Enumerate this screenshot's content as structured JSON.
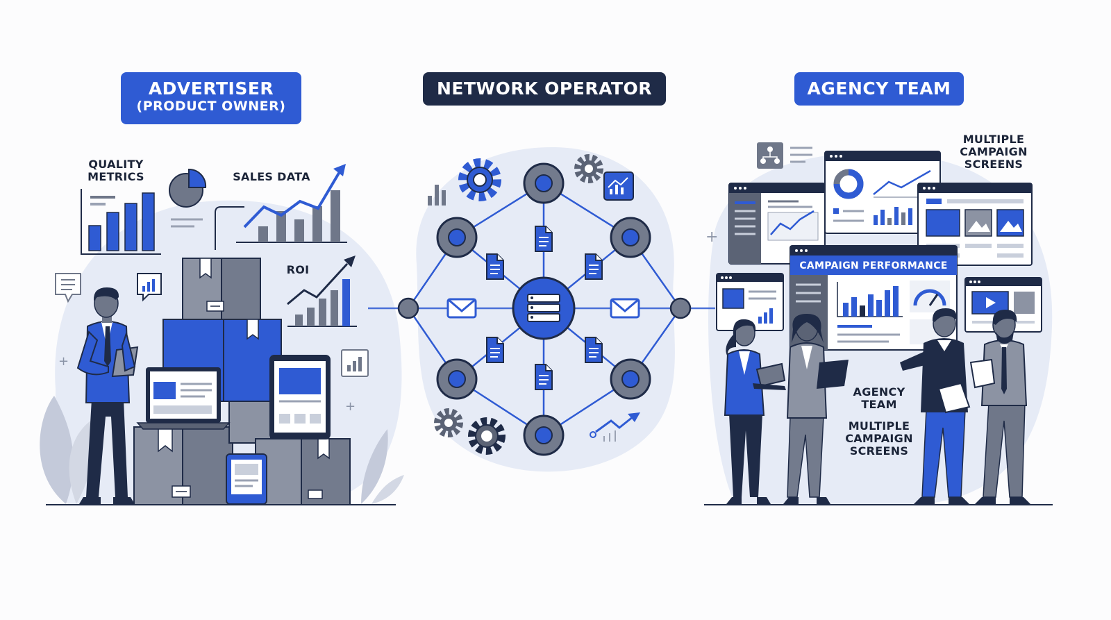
{
  "headers": {
    "advertiser_line1": "ADVERTISER",
    "advertiser_line2": "(PRODUCT OWNER)",
    "network_operator": "NETWORK OPERATOR",
    "agency_team": "AGENCY TEAM"
  },
  "advertiser_labels": {
    "quality_line1": "QUALITY",
    "quality_line2": "METRICS",
    "sales_data": "SALES DATA",
    "roi": "ROI"
  },
  "agency_labels": {
    "multiple_top_line1": "MULTIPLE",
    "multiple_top_line2": "CAMPAIGN",
    "multiple_top_line3": "SCREENS",
    "campaign_performance": "CAMPAIGN PERFORMANCE",
    "agency_line1": "AGENCY",
    "agency_line2": "TEAM",
    "multiple_bottom_line1": "MULTIPLE",
    "multiple_bottom_line2": "CAMPAIGN",
    "multiple_bottom_line3": "SCREENS"
  },
  "colors": {
    "blue": "#2f5bd3",
    "navy": "#1f2b47",
    "gray": "#6f7789",
    "light_gray": "#e3e7f0",
    "blob": "#e6ebf6"
  },
  "icons": [
    "gear-icon",
    "server-icon",
    "document-icon",
    "envelope-icon",
    "bar-chart-icon",
    "pie-chart-icon",
    "trend-arrow-icon",
    "laptop-icon",
    "tablet-icon",
    "package-box-icon",
    "speech-bubble-icon",
    "play-icon",
    "network-icon"
  ]
}
